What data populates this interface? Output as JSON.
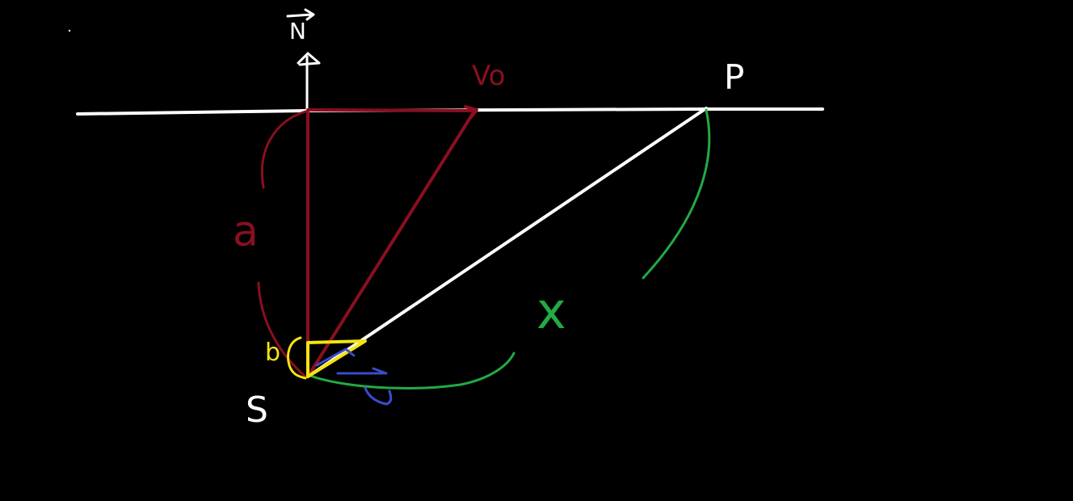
{
  "colors": {
    "background": "#000000",
    "white": "#ffffff",
    "dark_red": "#8a0f1f",
    "green": "#22aa44",
    "yellow": "#f4e410",
    "blue": "#3a4ccc"
  },
  "labels": {
    "vector_n": "N",
    "v0": "Vo",
    "p": "P",
    "a": "a",
    "x": "x",
    "b": "b",
    "s": "S"
  }
}
